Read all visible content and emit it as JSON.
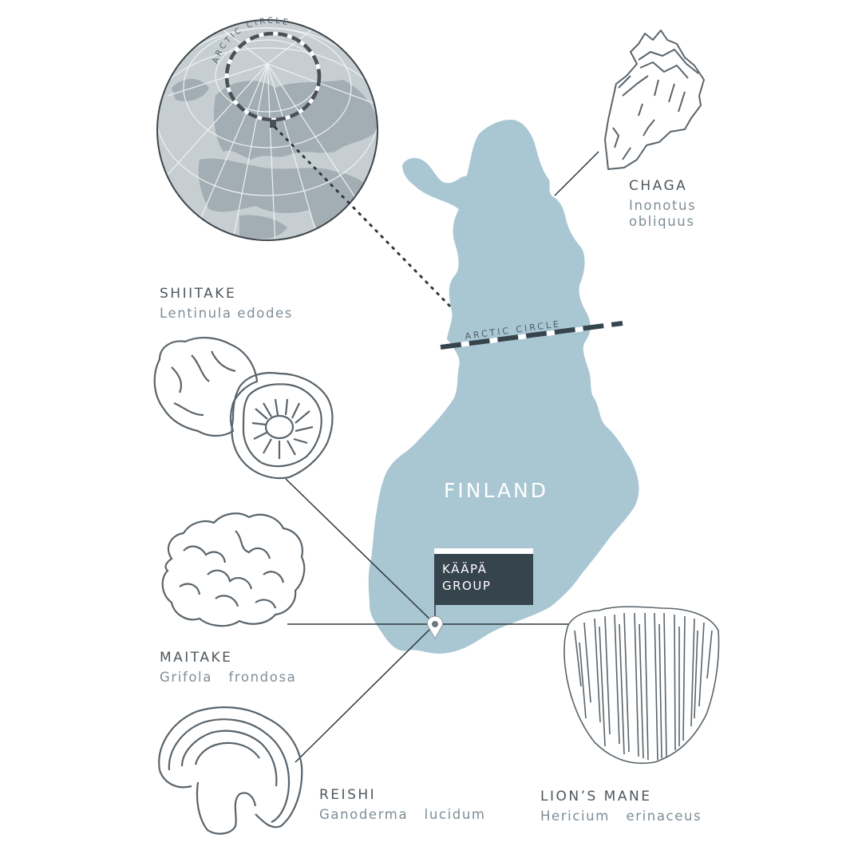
{
  "map": {
    "country_label": "FINLAND",
    "arctic_circle_label": "ARCTIC CIRCLE",
    "globe_arctic_label": "ARCTIC CIRCLE",
    "location_marker": {
      "line1": "KÄÄPÄ",
      "line2": "GROUP",
      "icon": "map-pin-icon"
    }
  },
  "mushrooms": [
    {
      "id": "chaga",
      "common_name": "CHAGA",
      "latin_line1": "Inonotus",
      "latin_line2": "obliquus"
    },
    {
      "id": "shiitake",
      "common_name": "SHIITAKE",
      "latin_name": "Lentinula edodes"
    },
    {
      "id": "maitake",
      "common_name": "MAITAKE",
      "latin_name": "Grifola   frondosa"
    },
    {
      "id": "reishi",
      "common_name": "REISHI",
      "latin_name": "Ganoderma   lucidum"
    },
    {
      "id": "lions-mane",
      "common_name": "LION’S MANE",
      "latin_name": "Hericium   erinaceus"
    }
  ],
  "colors": {
    "land": "#a9c6d3",
    "globe_fill": "#c4ccd0",
    "globe_land": "#9aa6ad",
    "line_art": "#5a646b",
    "flag_box": "#36444e",
    "dash_dark": "#36444e"
  }
}
